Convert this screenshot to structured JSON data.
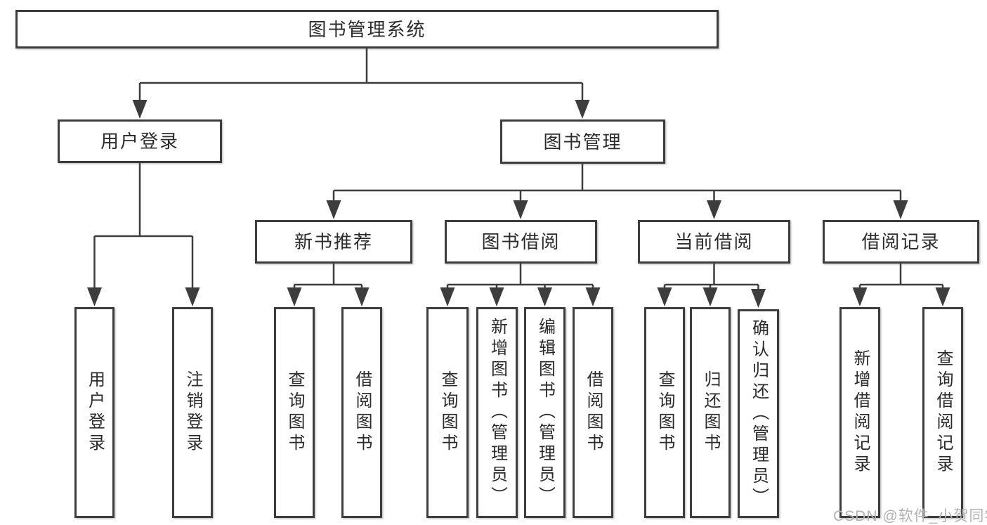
{
  "diagram": {
    "type": "hierarchy",
    "root": {
      "label": "图书管理系统",
      "children": [
        {
          "label": "用户登录",
          "children": [
            {
              "label": "用户登录"
            },
            {
              "label": "注销登录"
            }
          ]
        },
        {
          "label": "图书管理",
          "children": [
            {
              "label": "新书推荐",
              "children": [
                {
                  "label": "查询图书"
                },
                {
                  "label": "借阅图书"
                }
              ]
            },
            {
              "label": "图书借阅",
              "children": [
                {
                  "label": "查询图书"
                },
                {
                  "label": "新增图书（管理员）"
                },
                {
                  "label": "编辑图书（管理员）"
                },
                {
                  "label": "借阅图书"
                }
              ]
            },
            {
              "label": "当前借阅",
              "children": [
                {
                  "label": "查询图书"
                },
                {
                  "label": "归还图书"
                },
                {
                  "label": "确认归还（管理员）"
                }
              ]
            },
            {
              "label": "借阅记录",
              "children": [
                {
                  "label": "新增借阅记录"
                },
                {
                  "label": "查询借阅记录"
                }
              ]
            }
          ]
        }
      ]
    },
    "colors": {
      "line": "#3d3d3d",
      "border": "#3d3d3d",
      "text": "#2b2b2b",
      "background": "#ffffff",
      "watermark": "#b2b2b2"
    }
  },
  "watermark": {
    "text": "CSDN @软件_小贺同学"
  }
}
